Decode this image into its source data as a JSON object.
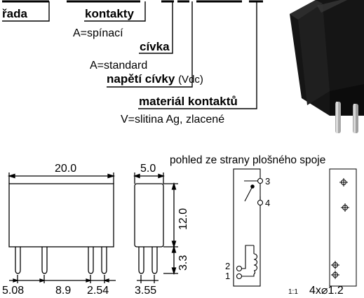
{
  "legend": {
    "rada": "řada",
    "kontakty": "kontakty",
    "kontakty_value": "A=spínací",
    "civka": "cívka",
    "civka_value": "A=standard",
    "napeti": "napětí cívky",
    "napeti_unit": "(Vdc)",
    "material": "materiál kontaktů",
    "material_value": "V=slitina Ag, zlacené"
  },
  "drawing": {
    "front_width": "20.0",
    "side_width": "5.0",
    "body_height": "12.0",
    "pin_length": "3.3",
    "pitch_1": "5.08",
    "pitch_2": "8.9",
    "pitch_3": "2.54",
    "side_pitch": "3.55"
  },
  "pcb_view": {
    "title": "pohled ze strany plošného spoje",
    "pin_3": "3",
    "pin_4": "4",
    "pin_2": "2",
    "pin_1": "1",
    "scale": "1:1",
    "hole_spec": "4x⌀1.2"
  }
}
